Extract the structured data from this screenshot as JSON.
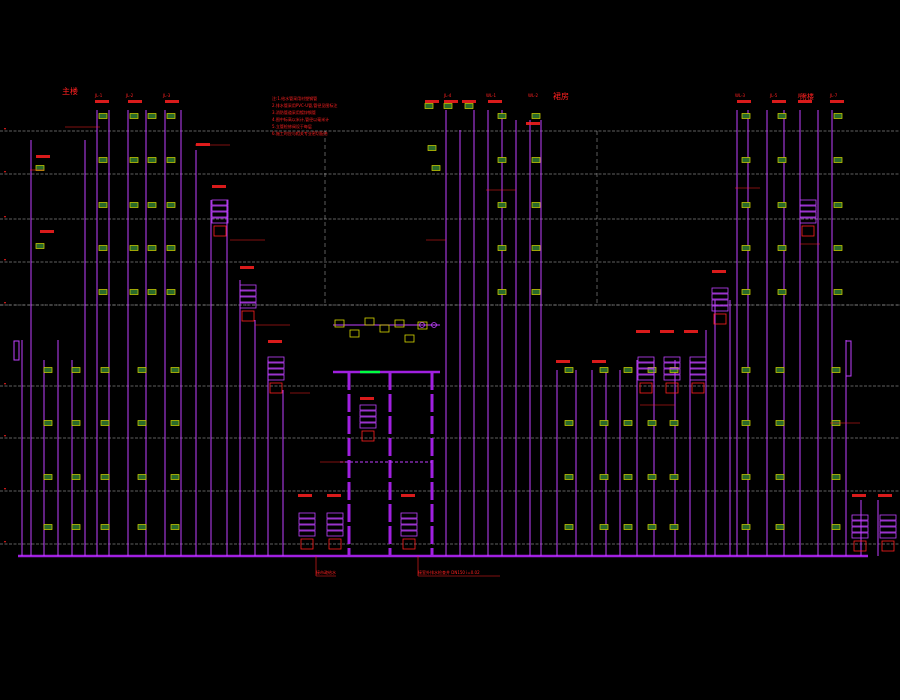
{
  "drawing": {
    "title_left": "主楼",
    "title_center": "裙房",
    "title_right": "附楼",
    "colors": {
      "background": "#000000",
      "riser": "#c040ff",
      "riser_main": "#a020e0",
      "floor_line": "#ffffff",
      "valve_box": "#d8d800",
      "valve_fill": "#2a6a2a",
      "text": "#ff2020",
      "highlight": "#00ff40"
    },
    "notes": [
      "注:1.给水管采用衬塑钢管",
      "2.排水管采用PVC-U管,管径见图标注",
      "3.消防管道采用镀锌钢管",
      "4.图中标高以米计,管径以毫米计",
      "5.立管检修阀设于每层",
      "6.施工时应与相关专业密切配合"
    ],
    "bottom_labels": {
      "left": "接市政给水",
      "right": "接室外排水检查井 DN150 i=0.02"
    },
    "riser_tags_top": [
      "JL-1",
      "JL-2",
      "JL-3",
      "JL-4",
      "WL-1",
      "WL-2",
      "WL-3",
      "JL-5",
      "JL-6",
      "JL-7"
    ]
  }
}
